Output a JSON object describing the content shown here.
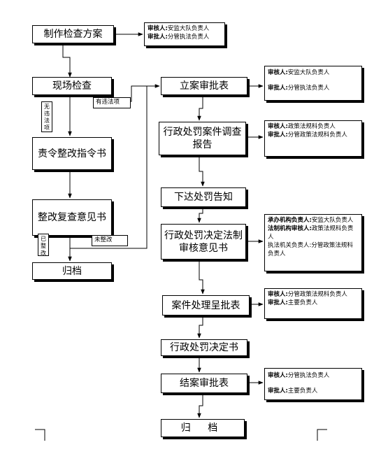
{
  "steps": {
    "make_plan": "制作检查方案",
    "site_check": "现场检查",
    "order": "责令整改指令书",
    "review": "整改复查意见书",
    "archive_left": "归档",
    "case_approval": "立案审批表",
    "investigation": "行政处罚案件调查报告",
    "notice": "下达处罚告知",
    "decision_review": "行政处罚决定法制审核意见书",
    "case_handling": "案件处理呈批表",
    "decision": "行政处罚决定书",
    "close_approval": "结案审批表",
    "archive_right": "归 档"
  },
  "tags": {
    "has_violation": "有违法项",
    "no_violation": "无违法项",
    "rectified": "已整改",
    "not_rectified": "未整改"
  },
  "notes": {
    "plan": [
      {
        "role": "审核人:",
        "person": "安监大队负责人"
      },
      {
        "role": "审批人:",
        "person": "分管执法负责人"
      }
    ],
    "case_approval": [
      {
        "role": "审核人:",
        "person": "安监大队负责人"
      },
      {
        "role": "审批人:",
        "person": "分管执法负责人"
      }
    ],
    "investigation": [
      {
        "role": "审核人:",
        "person": "政策法规科负责人"
      },
      {
        "role": "审批人:",
        "person": "分管政策法规科负责人"
      }
    ],
    "decision_review": [
      {
        "role": "承办机构负责人:",
        "person": "安监大队负责人"
      },
      {
        "role": "法制机构审核人:",
        "person": "政策法规科负责人"
      },
      {
        "role": "执法机关负责人:",
        "person": "分管政策法规科负责人"
      }
    ],
    "case_handling": [
      {
        "role": "审核人:",
        "person": "分管政策法规科负责人"
      },
      {
        "role": "审批人:",
        "person": "主要负责人"
      }
    ],
    "close_approval": [
      {
        "role": "审核人:",
        "person": "分管执法负责人"
      },
      {
        "role": "审批人:",
        "person": "主要负责人"
      }
    ]
  }
}
